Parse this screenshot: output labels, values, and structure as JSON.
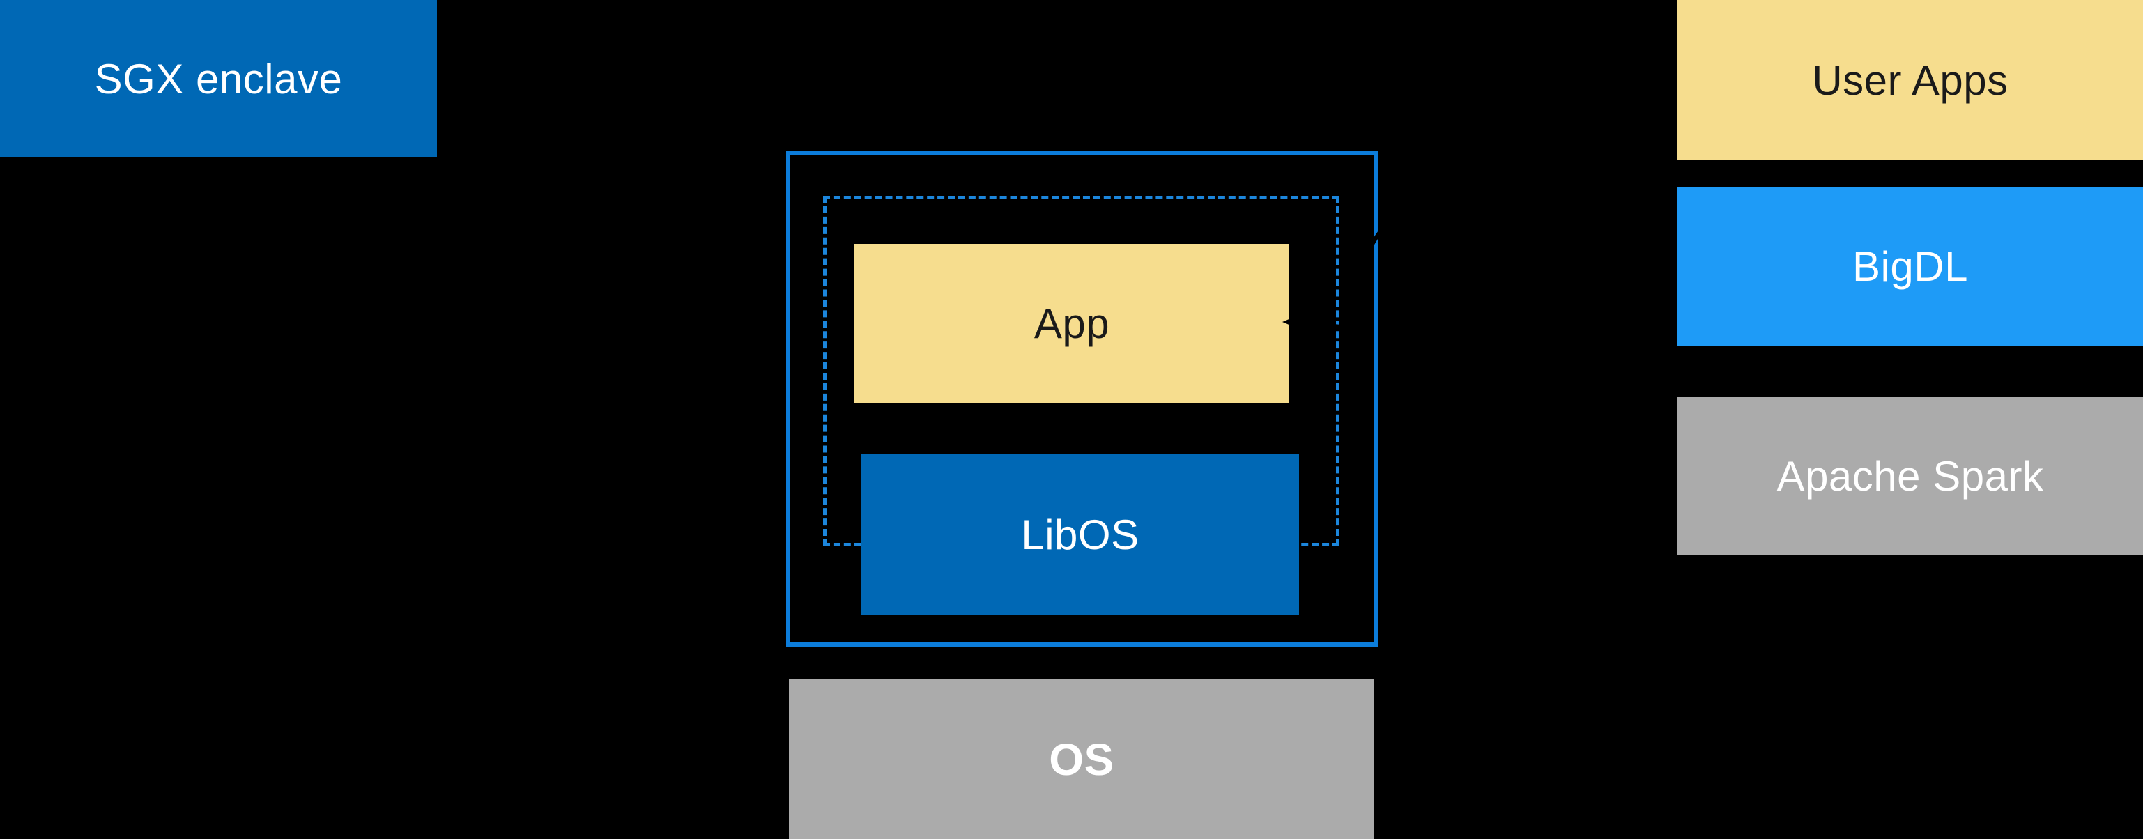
{
  "colors": {
    "background": "#000000",
    "dark_blue": "#0068B5",
    "bright_blue": "#1E9BF7",
    "border_blue": "#0C7DDB",
    "dashed_blue": "#1C86DC",
    "yellow": "#F6DD8E",
    "gray": "#ABABAB",
    "dark_text": "#1A1A1A",
    "light_text": "#FFFFFF",
    "arrow_black": "#000000"
  },
  "nodes": {
    "sgx_enclave": {
      "label": "SGX enclave"
    },
    "app": {
      "label": "App"
    },
    "libos": {
      "label": "LibOS"
    },
    "os": {
      "label": "OS"
    },
    "user_apps": {
      "label": "User Apps"
    },
    "bigdl": {
      "label": "BigDL"
    },
    "apache_spark": {
      "label": "Apache Spark"
    }
  }
}
